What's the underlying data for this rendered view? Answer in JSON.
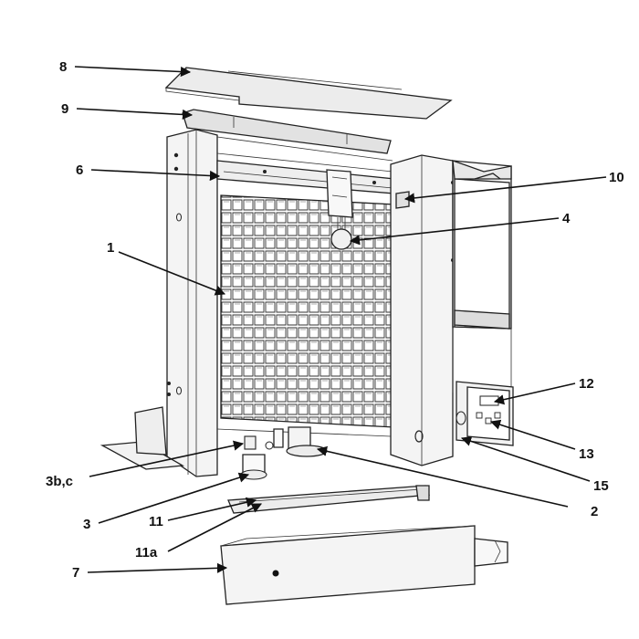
{
  "diagram": {
    "callouts": [
      {
        "id": "c8",
        "text": "8"
      },
      {
        "id": "c9",
        "text": "9"
      },
      {
        "id": "c6",
        "text": "6"
      },
      {
        "id": "c10",
        "text": "10"
      },
      {
        "id": "c4",
        "text": "4"
      },
      {
        "id": "c1",
        "text": "1"
      },
      {
        "id": "c12",
        "text": "12"
      },
      {
        "id": "c13",
        "text": "13"
      },
      {
        "id": "c15",
        "text": "15"
      },
      {
        "id": "c3bc",
        "text": "3b,c"
      },
      {
        "id": "c2",
        "text": "2"
      },
      {
        "id": "c3",
        "text": "3"
      },
      {
        "id": "c11",
        "text": "11"
      },
      {
        "id": "c11a",
        "text": "11a"
      },
      {
        "id": "c7",
        "text": "7"
      }
    ]
  }
}
